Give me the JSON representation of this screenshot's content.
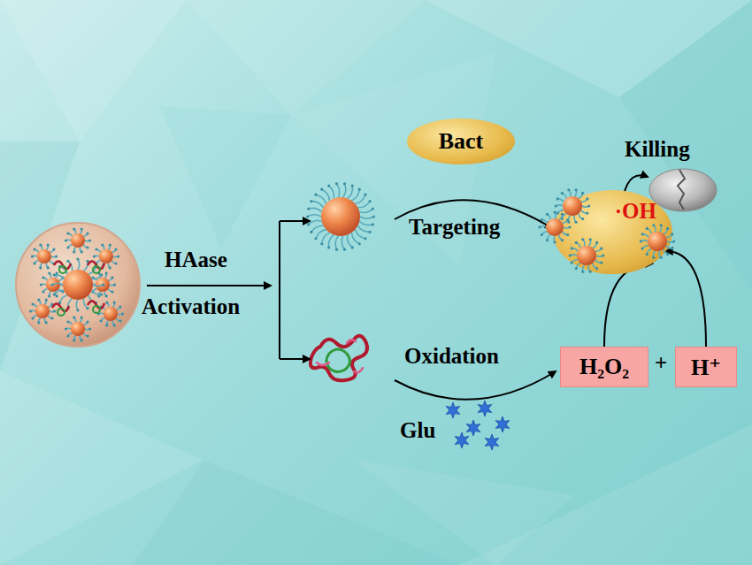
{
  "diagram": {
    "nodes": [
      {
        "text": [
          "Bact"
        ]
      },
      {
        "text": [
          "·OH"
        ]
      },
      {
        "text": [
          "H₂O₂"
        ]
      },
      {
        "text": [
          "H⁺"
        ]
      }
    ],
    "edges": [
      {
        "from": 2,
        "to": 1,
        "arrow": "to"
      },
      {
        "from": 3,
        "to": 1,
        "arrow": "to"
      }
    ],
    "labels": [
      "HAase",
      "Activation",
      "Targeting",
      "Oxidation",
      "Glu",
      "Killing",
      "+"
    ]
  }
}
